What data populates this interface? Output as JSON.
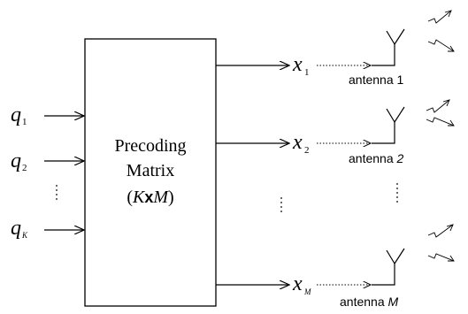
{
  "inputs": [
    {
      "symbol": "q",
      "sub": "1"
    },
    {
      "symbol": "q",
      "sub": "2"
    },
    {
      "symbol": "q",
      "sub": "K"
    }
  ],
  "matrix": {
    "line1": "Precoding",
    "line2": "Matrix",
    "line3_open": "(",
    "line3_k": "K",
    "line3_x": "x",
    "line3_m": "M",
    "line3_close": ")"
  },
  "outputs": [
    {
      "symbol": "x",
      "sub": "1"
    },
    {
      "symbol": "x",
      "sub": "2"
    },
    {
      "symbol": "x",
      "sub": "M"
    }
  ],
  "antennas": [
    {
      "prefix": "antenna ",
      "index": "1"
    },
    {
      "prefix": "antenna ",
      "index": "2"
    },
    {
      "prefix": "antenna ",
      "index": "M"
    }
  ]
}
